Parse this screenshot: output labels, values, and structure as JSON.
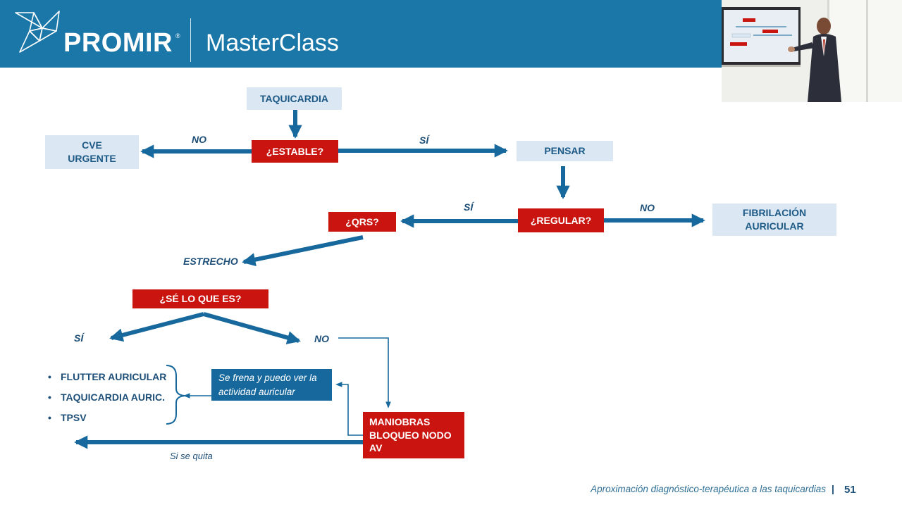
{
  "header": {
    "brand": "PROMIR",
    "brand_mark": "®",
    "course": "MasterClass"
  },
  "flow": {
    "taquicardia": "TAQUICARDIA",
    "estable": "¿ESTABLE?",
    "estable_no": "NO",
    "estable_si": "SÍ",
    "cve_line1": "CVE",
    "cve_line2": "URGENTE",
    "pensar": "PENSAR",
    "regular": "¿REGULAR?",
    "regular_si": "SÍ",
    "regular_no": "NO",
    "fa_line1": "FIBRILACIÓN",
    "fa_line2": "AURICULAR",
    "qrs": "¿QRS?",
    "estrecho": "ESTRECHO",
    "se_lo_que_es": "¿SÉ LO QUE ES?",
    "se_si": "SÍ",
    "se_no": "NO",
    "frena_line1": "Se frena y puedo ver la",
    "frena_line2": "actividad auricular",
    "maniobras_line1": "MANIOBRAS",
    "maniobras_line2": "BLOQUEO NODO",
    "maniobras_line3": "AV",
    "si_se_quita": "Si se quita",
    "diagnosticos": [
      "FLUTTER AURICULAR",
      "TAQUICARDIA AURIC.",
      "TPSV"
    ],
    "bullet": "•"
  },
  "footer": {
    "title": "Aproximación diagnóstico-terapéutica a las taquicardias",
    "separator": "|",
    "page": "51"
  },
  "colors": {
    "header_bg": "#1a77a8",
    "red_box": "#c9140f",
    "light_box": "#dbe7f3",
    "arrow": "#17689c"
  }
}
